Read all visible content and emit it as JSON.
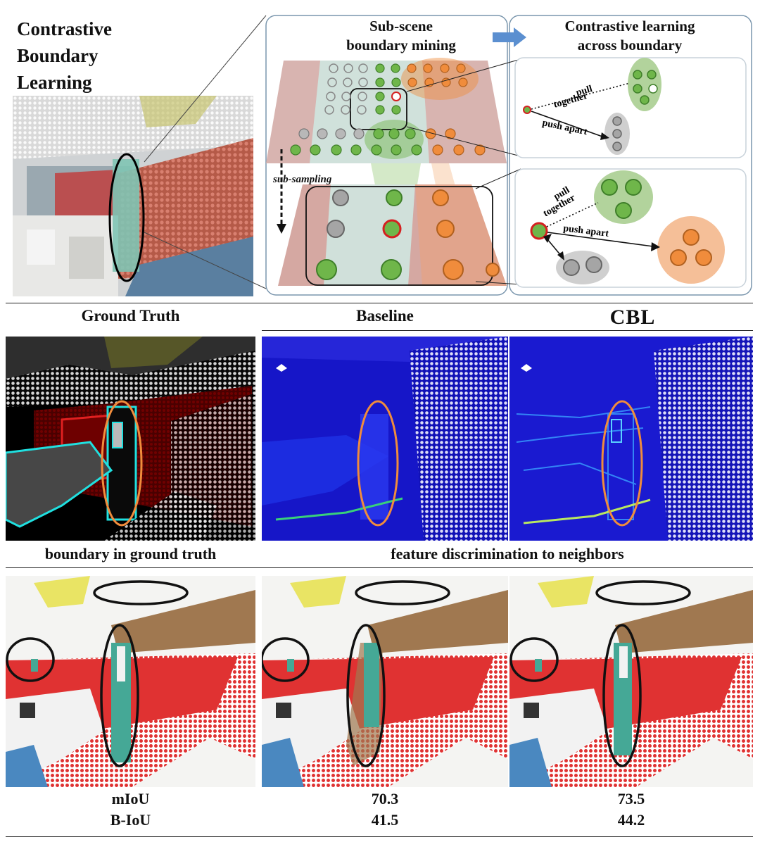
{
  "figure": {
    "title_lines": [
      "Contrastive",
      "Boundary",
      "Learning"
    ],
    "top": {
      "mining_title_lines": [
        "Sub-scene",
        "boundary mining"
      ],
      "contrastive_title_lines": [
        "Contrastive learning",
        "across boundary"
      ],
      "subsampling_label": "sub-sampling",
      "pull_label_lines": [
        "pull",
        "together"
      ],
      "push_label": "push apart"
    },
    "columns": {
      "gt": "Ground Truth",
      "baseline": "Baseline",
      "cbl": "CBL"
    },
    "row_captions": {
      "left": "boundary in ground truth",
      "right": "feature discrimination to neighbors"
    },
    "metrics": {
      "miou_label": "mIoU",
      "biou_label": "B-IoU",
      "baseline_miou": "70.3",
      "cbl_miou": "73.5",
      "baseline_biou": "41.5",
      "cbl_biou": "44.2"
    },
    "colors": {
      "green": "#6fb64a",
      "gray": "#a5a5a5",
      "orange": "#f08c3c",
      "red": "#e03232",
      "teal": "#45a896",
      "navy": "#1616c8",
      "arrow_blue": "#5b8fd0"
    }
  }
}
